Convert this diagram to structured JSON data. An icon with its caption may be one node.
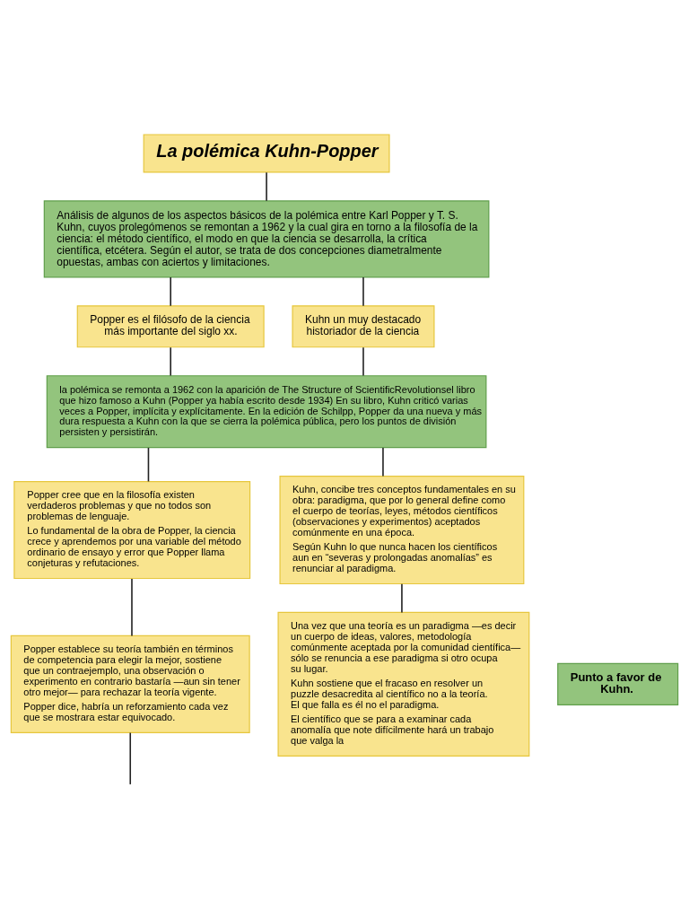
{
  "diagram": {
    "nodes": [
      {
        "text": [
          "La polémica Kuhn-Popper"
        ]
      },
      {
        "text": [
          "Análisis de algunos de los aspectos básicos de la polémica entre Karl Popper y T. S. Kuhn, cuyos prolegómenos se remontan a 1962 y la cual gira en torno a la filosofía de la ciencia: el método científico, el modo en que la ciencia se desarrolla, la crítica científica, etcétera. Según el autor, se trata de dos concepciones diametralmente opuestas, ambas con aciertos y limitaciones."
        ]
      },
      {
        "text": [
          "Popper es el filósofo de la ciencia más importante del siglo xx."
        ]
      },
      {
        "text": [
          "Kuhn un muy destacado historiador de la ciencia"
        ]
      },
      {
        "text": [
          "la polémica se remonta a 1962 con la aparición de The Structure of ScientificRevolutionsel libro que hizo famoso a Kuhn (Popper ya había escrito desde 1934) En su libro, Kuhn criticó varias veces a Popper, implícita y explícitamente. En la edición de Schilpp, Popper da una nueva y más dura respuesta a Kuhn con la que se cierra la polémica pública, pero los puntos de división persisten y persistirán."
        ]
      },
      {
        "text": [
          "Popper cree que en la filosofía existen verdaderos problemas y que no todos son problemas de lenguaje.",
          "Lo fundamental de la obra de Popper, la ciencia crece y aprendemos por una variable del método ordinario de ensayo y error que Popper llama conjeturas y refutaciones."
        ]
      },
      {
        "text": [
          "Kuhn, concibe tres conceptos fundamentales en su obra: paradigma, que por lo general define como el cuerpo de teorías, leyes, métodos científicos (observaciones y experimentos) aceptados comúnmente en una época.",
          "Según Kuhn lo que nunca hacen los científicos aun en “severas y prolongadas anomalías” es renunciar al paradigma."
        ]
      },
      {
        "text": [
          "Popper establece su teoría también en términos de competencia para elegir la mejor, sostiene que un contraejemplo, una observación o experimento en contrario bastaría —aun sin tener otro mejor— para rechazar la teoría vigente.",
          "Popper dice, habría un reforzamiento cada vez que se mostrara estar equivocado."
        ]
      },
      {
        "text": [
          "Punto a favor de Kuhn."
        ]
      },
      {
        "text": [
          "Una vez que una teoría es un paradigma —es decir un cuerpo de ideas, valores, metodología comúnmente aceptada por la comunidad científica— sólo se renuncia a ese paradigma si otro ocupa su lugar.",
          "Kuhn sostiene que el fracaso en resolver un puzzle desacredita al científico no a la teoría. El que falla es él no el paradigma.",
          "El científico que se para a examinar cada anomalía que note difícilmente hará un trabajo que valga la"
        ]
      }
    ],
    "edges": [
      {
        "from": 0,
        "to": 1,
        "arrow": "none"
      },
      {
        "from": 1,
        "to": 2,
        "arrow": "none"
      },
      {
        "from": 1,
        "to": 3,
        "arrow": "none"
      },
      {
        "from": 2,
        "to": 4,
        "arrow": "none"
      },
      {
        "from": 3,
        "to": 4,
        "arrow": "none"
      },
      {
        "from": 4,
        "to": 5,
        "arrow": "none"
      },
      {
        "from": 4,
        "to": 6,
        "arrow": "none"
      },
      {
        "from": 5,
        "to": 7,
        "arrow": "none"
      },
      {
        "from": 6,
        "to": 9,
        "arrow": "none"
      },
      {
        "from": 7,
        "to": null,
        "arrow": "none"
      }
    ]
  }
}
